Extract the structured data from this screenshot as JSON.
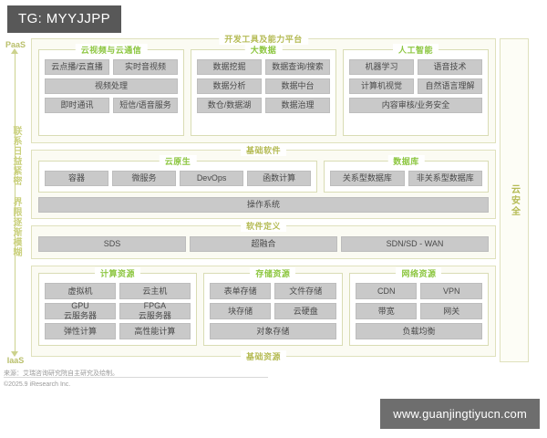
{
  "badge": {
    "label": "TG: MYYJJPP"
  },
  "axis": {
    "top_label": "PaaS",
    "bottom_label": "IaaS",
    "vertical_text": "联系日益紧密 界限逐渐模糊"
  },
  "cloud_security": {
    "label": "云安全"
  },
  "layers": [
    {
      "title": "开发工具及能力平台",
      "groups": [
        {
          "title": "云视频与云通信",
          "rows": [
            [
              "云点播/云直播",
              "实时音视频"
            ],
            [
              "视频处理"
            ],
            [
              "即时通讯",
              "短信/语音服务"
            ]
          ]
        },
        {
          "title": "大数据",
          "rows": [
            [
              "数据挖掘",
              "数据查询/搜索"
            ],
            [
              "数据分析",
              "数据中台"
            ],
            [
              "数仓/数据湖",
              "数据治理"
            ]
          ]
        },
        {
          "title": "人工智能",
          "rows": [
            [
              "机器学习",
              "语音技术"
            ],
            [
              "计算机视觉",
              "自然语言理解"
            ],
            [
              "内容审核/业务安全"
            ]
          ]
        }
      ]
    },
    {
      "title": "基础软件",
      "groups": [
        {
          "title": "云原生",
          "rows": [
            [
              "容器",
              "微服务",
              "DevOps",
              "函数计算"
            ]
          ]
        },
        {
          "title": "数据库",
          "rows": [
            [
              "关系型数据库",
              "非关系型数据库"
            ]
          ]
        }
      ],
      "full_width_tile": "操作系统"
    },
    {
      "title": "软件定义",
      "tiles": [
        "SDS",
        "超融合",
        "SDN/SD - WAN"
      ]
    },
    {
      "title": "基础资源",
      "groups": [
        {
          "title": "计算资源",
          "rows": [
            [
              "虚拟机",
              "云主机"
            ],
            [
              "GPU\n云服务器",
              "FPGA\n云服务器"
            ],
            [
              "弹性计算",
              "高性能计算"
            ]
          ]
        },
        {
          "title": "存储资源",
          "rows": [
            [
              "表单存储",
              "文件存储"
            ],
            [
              "块存储",
              "云硬盘"
            ],
            [
              "对象存储"
            ]
          ]
        },
        {
          "title": "网络资源",
          "rows": [
            [
              "CDN",
              "VPN"
            ],
            [
              "带宽",
              "网关"
            ],
            [
              "负载均衡"
            ]
          ]
        }
      ]
    }
  ],
  "footer": {
    "source": "来源：艾瑞咨询研究院自主研究及绘制。",
    "copyright": "©2025.9 iResearch Inc."
  },
  "watermark": {
    "url": "www.guanjingtiyucn.com"
  },
  "colors": {
    "legend_green": "#8cc63f",
    "legend_olive": "#b5bb55",
    "tile_gray": "#c9c9c9",
    "badge_gray": "#585858",
    "watermark_gray": "#6e6e6e"
  }
}
